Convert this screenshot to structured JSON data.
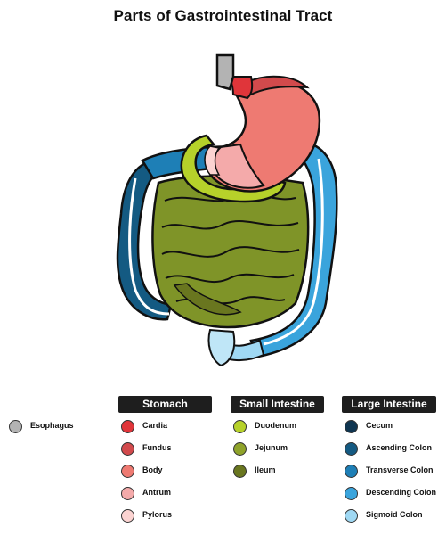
{
  "title": "Parts of Gastrointestinal Tract",
  "esophagus": {
    "label": "Esophagus",
    "color": "#b3b3b3"
  },
  "groups": [
    {
      "heading": "Stomach",
      "items": [
        {
          "label": "Cardia",
          "color": "#e0353a"
        },
        {
          "label": "Fundus",
          "color": "#d24a4c"
        },
        {
          "label": "Body",
          "color": "#ee7a72"
        },
        {
          "label": "Antrum",
          "color": "#f4aaaa"
        },
        {
          "label": "Pylorus",
          "color": "#fbd3d1"
        }
      ]
    },
    {
      "heading": "Small Intestine",
      "items": [
        {
          "label": "Duodenum",
          "color": "#b6d12a"
        },
        {
          "label": "Jejunum",
          "color": "#8fa32a"
        },
        {
          "label": "Ileum",
          "color": "#69761f"
        }
      ]
    },
    {
      "heading": "Large Intestine",
      "items": [
        {
          "label": "Cecum",
          "color": "#0f3550"
        },
        {
          "label": "Ascending Colon",
          "color": "#145a82"
        },
        {
          "label": "Transverse Colon",
          "color": "#1e7fb6"
        },
        {
          "label": "Descending Colon",
          "color": "#3aa4dc"
        },
        {
          "label": "Sigmoid Colon",
          "color": "#9fd8f3"
        }
      ]
    }
  ]
}
